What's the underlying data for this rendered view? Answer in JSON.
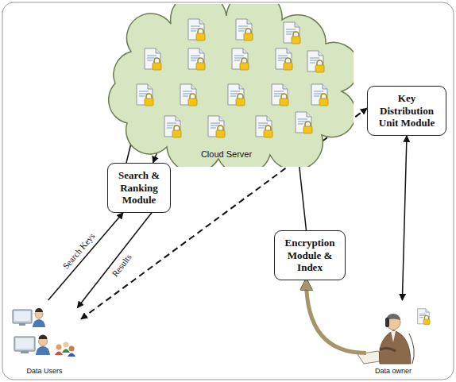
{
  "diagram": {
    "nodes": [
      {
        "text": [
          "Cloud Server"
        ]
      },
      {
        "text": [
          "Key Distribution Unit Module"
        ]
      },
      {
        "text": [
          "Search & Ranking Module"
        ]
      },
      {
        "text": [
          "Encryption Module & Index"
        ]
      },
      {
        "text": [
          "Data Users"
        ]
      },
      {
        "text": [
          "Data owner"
        ]
      }
    ],
    "edges": [
      {
        "from": 2,
        "to": 0,
        "arrow": "to"
      },
      {
        "from": 0,
        "to": 2,
        "arrow": "to"
      },
      {
        "from": 4,
        "to": 2,
        "label": "Search Keys",
        "arrow": "to"
      },
      {
        "from": 2,
        "to": 4,
        "label": "Results",
        "arrow": "to"
      },
      {
        "from": 4,
        "to": 1,
        "arrow": "both"
      },
      {
        "from": 3,
        "to": 0,
        "arrow": "to"
      },
      {
        "from": 1,
        "to": 5,
        "arrow": "both"
      },
      {
        "from": 5,
        "to": 3,
        "arrow": "to"
      }
    ]
  }
}
